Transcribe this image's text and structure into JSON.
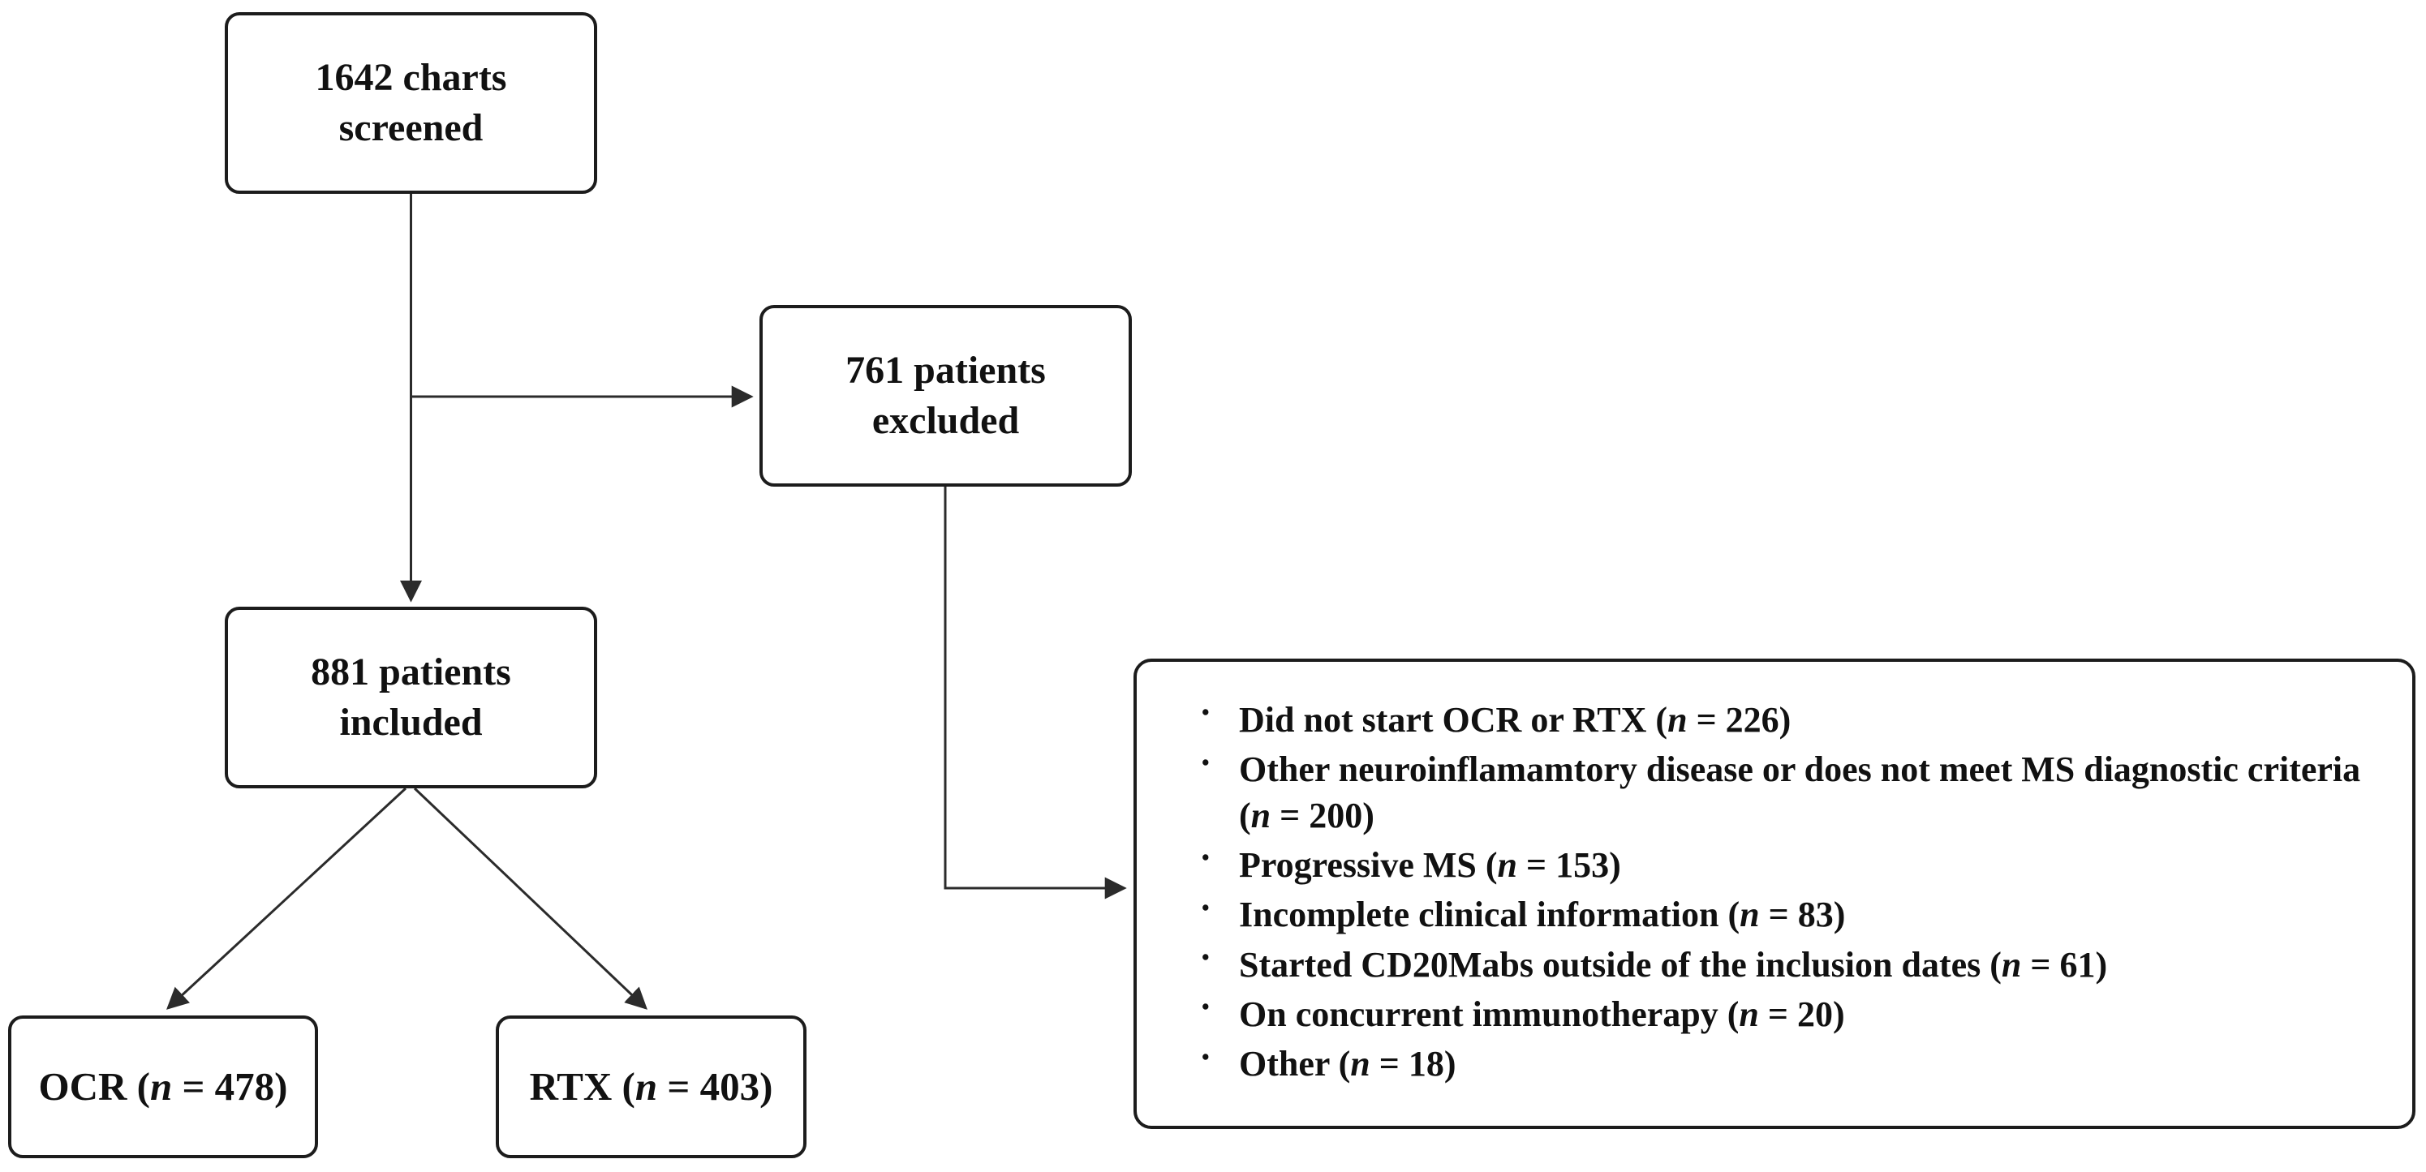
{
  "canvas": {
    "background": "#ffffff",
    "line_color": "#2b2b2b",
    "border_color": "#1c1c1c",
    "text_color": "#111111"
  },
  "nodes": {
    "screened": {
      "lines": [
        "1642 charts",
        "screened"
      ]
    },
    "excluded": {
      "lines": [
        "761 patients",
        "excluded"
      ]
    },
    "included": {
      "lines": [
        "881 patients",
        "included"
      ]
    },
    "ocr": {
      "label": "OCR (n = 478)"
    },
    "rtx": {
      "label": "RTX (n = 403)"
    }
  },
  "exclusion_reasons": [
    "Did not start OCR or RTX (n = 226)",
    "Other neuroinflamamtory disease or does not meet MS diagnostic criteria (n = 200)",
    "Progressive MS (n = 153)",
    "Incomplete clinical information (n = 83)",
    "Started CD20Mabs outside of the inclusion dates (n = 61)",
    "On concurrent immunotherapy (n = 20)",
    "Other (n = 18)"
  ]
}
